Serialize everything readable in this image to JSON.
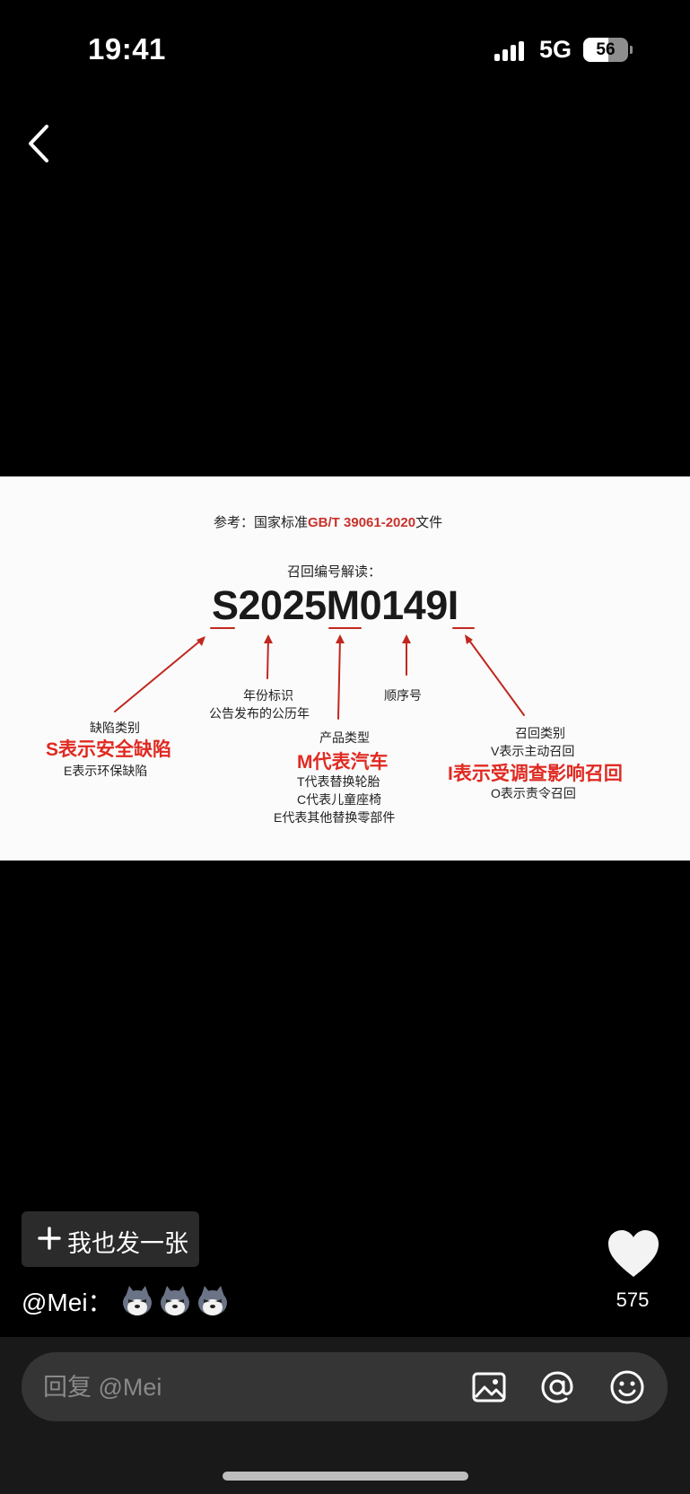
{
  "status_bar": {
    "time": "19:41",
    "network": "5G",
    "battery": "56",
    "battery_level": 0.56
  },
  "post": {
    "image": {
      "reference_prefix": "参考：国家标准",
      "reference_standard": "GB/T 39061-2020",
      "reference_suffix": "文件",
      "heading": "召回编号解读：",
      "code_parts": [
        "S",
        "2025",
        "M",
        "0149",
        "I"
      ],
      "defect": {
        "title": "缺陷类别",
        "highlight": "S表示安全缺陷",
        "line": "E表示环保缺陷"
      },
      "year": {
        "title": "年份标识",
        "line": "公告发布的公历年"
      },
      "product": {
        "title": "产品类型",
        "highlight": "M代表汽车",
        "lines": [
          "T代表替换轮胎",
          "C代表儿童座椅",
          "E代表其他替换零部件"
        ]
      },
      "sequence": {
        "title": "顺序号"
      },
      "recall": {
        "title": "召回类别",
        "line1": "V表示主动召回",
        "highlight": "I表示受调查影响召回",
        "line2": "O表示责令召回"
      },
      "colors": {
        "accent_red": "#c8322a",
        "arrow_red": "#c0281f"
      }
    },
    "post_button": {
      "label": "我也发一张",
      "icon": "plus-icon"
    },
    "caption": {
      "user": "@Mei：",
      "emojis": [
        "husky-emoji",
        "husky-emoji",
        "husky-emoji"
      ]
    },
    "likes": {
      "count": "575",
      "icon": "heart-icon"
    }
  },
  "reply": {
    "placeholder": "回复 @Mei",
    "icons": [
      "image-icon",
      "at-icon",
      "smile-icon"
    ]
  }
}
